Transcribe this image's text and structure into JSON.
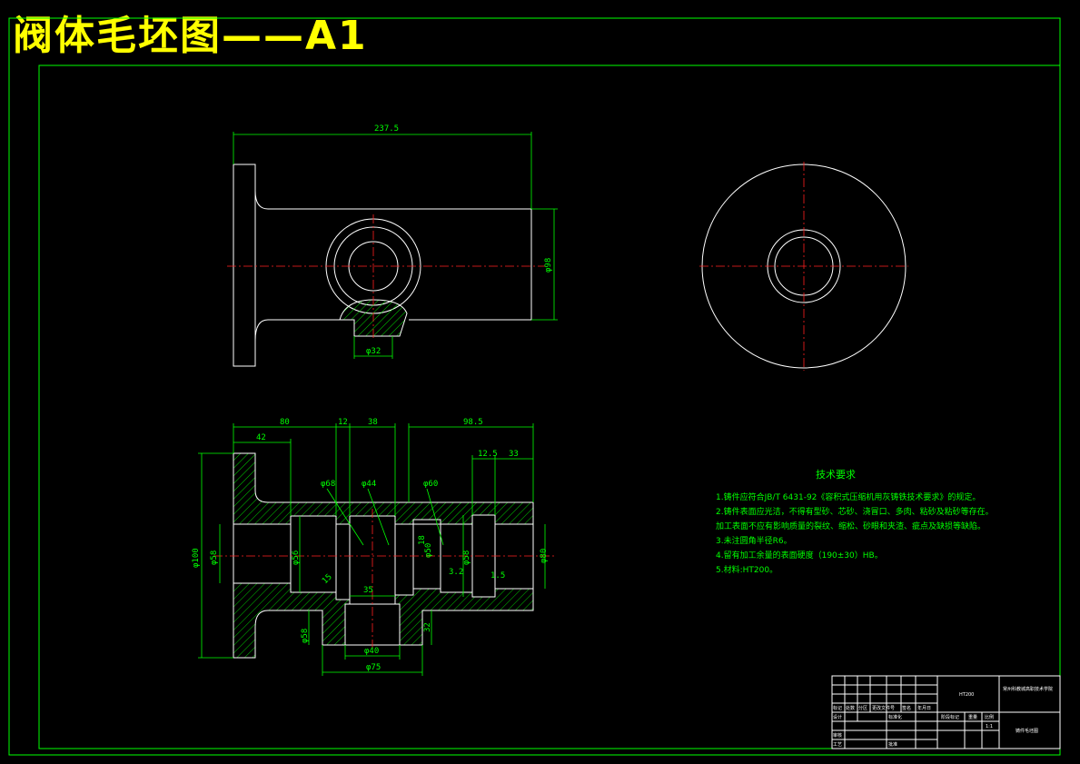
{
  "title": "阀体毛坯图——A1",
  "colors": {
    "background": "#000000",
    "outline": "#ffffff",
    "dimension": "#00ff00",
    "centerline": "#ff2020",
    "title": "#ffff00"
  },
  "dimensions": {
    "top_length": "237.5",
    "top_height": "φ98",
    "top_hole": "φ32",
    "d80": "80",
    "d12": "12",
    "d38": "38",
    "d98_5": "98.5",
    "d42": "42",
    "d12_5": "12.5",
    "d33": "33",
    "phi100": "φ100",
    "phi58_left": "φ58",
    "phi68": "φ68",
    "phi44": "φ44",
    "phi56": "φ56",
    "phi60": "φ60",
    "phi50": "φ50",
    "phi58_right": "φ58",
    "phi80": "φ80",
    "d35": "35",
    "d3_2": "3.2",
    "d1_5": "1.5",
    "phi58_bottom": "φ58",
    "d32": "32",
    "phi40": "φ40",
    "phi75": "φ75",
    "d18": "18",
    "d15": "15"
  },
  "notes": {
    "heading": "技术要求",
    "lines": [
      "1.铸件应符合JB/T 6431-92《容积式压缩机用灰铸铁技术要求》的规定。",
      "2.铸件表面应光洁，不得有型砂、芯砂、浇冒口、多肉、粘砂及粘砂等存在。",
      "加工表面不应有影响质量的裂纹、缩松、砂眼和夹渣、疵点及缺损等缺陷。",
      "3.未注圆角半径R6。",
      "4.留有加工余量的表面硬度（190±30）HB。",
      "5.材料:HT200。"
    ]
  },
  "title_block": {
    "school": "常州科教城高职技术学院",
    "drawing_name": "铸件毛坯图",
    "material": "HT200",
    "scale": "1:1",
    "header_cells": [
      "标记",
      "处数",
      "分区",
      "更改文件号",
      "签名",
      "年月日"
    ],
    "row_labels": [
      "设计",
      "标准化",
      "审核",
      "工艺",
      "批准"
    ],
    "stage_labels": [
      "阶段标记",
      "重量",
      "比例"
    ]
  }
}
